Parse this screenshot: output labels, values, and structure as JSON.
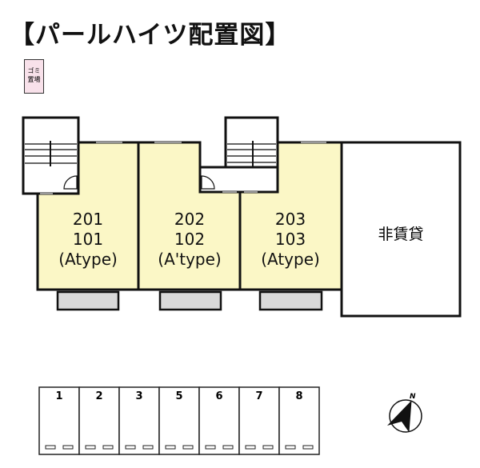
{
  "title": "【パールハイツ配置図】",
  "garbage_area": {
    "line1": "ゴミ",
    "line2": "置場"
  },
  "units": [
    {
      "upper": "201",
      "lower": "101",
      "type": "(Atype)"
    },
    {
      "upper": "202",
      "lower": "102",
      "type": "(A'type)"
    },
    {
      "upper": "203",
      "lower": "103",
      "type": "(Atype)"
    }
  ],
  "non_rental_label": "非賃貸",
  "parking_slots": [
    "1",
    "2",
    "3",
    "5",
    "6",
    "7",
    "8"
  ],
  "compass_label": "N",
  "colors": {
    "unit_fill": "#fbf7c6",
    "garbage_fill": "#f8e1ea",
    "balcony_fill": "#d9d9d9",
    "wall": "#111111"
  }
}
